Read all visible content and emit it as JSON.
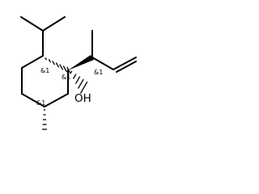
{
  "stereo_labels": {
    "c2": "&1",
    "c1": "&1",
    "c_side": "&1",
    "c5": "&1"
  },
  "atom_labels": {
    "hydroxyl": "OH"
  }
}
